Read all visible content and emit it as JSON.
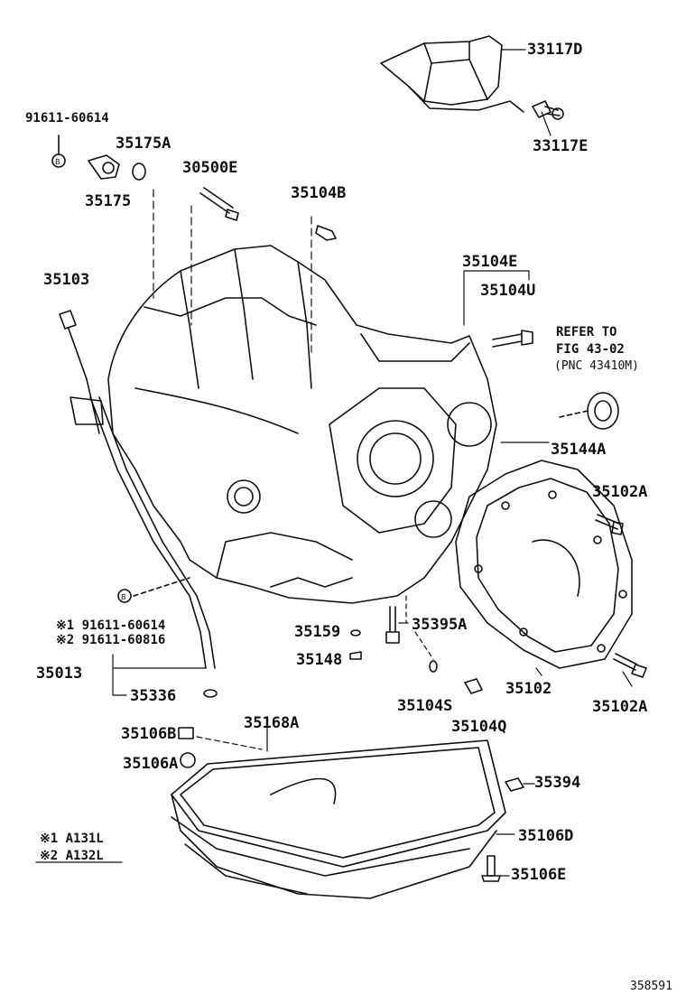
{
  "labels": {
    "p33117D": "33117D",
    "p33117E": "33117E",
    "p91611_60614": "91611-60614",
    "p35175A": "35175A",
    "p35175": "35175",
    "p30500E": "30500E",
    "p35104B": "35104B",
    "p35104E": "35104E",
    "p35104U": "35104U",
    "p35103": "35103",
    "p35144A": "35144A",
    "p35102A_top": "35102A",
    "p35102A_bot": "35102A",
    "p35102": "35102",
    "p35159": "35159",
    "p35148": "35148",
    "p35395A": "35395A",
    "p35104S": "35104S",
    "p35104Q": "35104Q",
    "p35013": "35013",
    "p35336": "35336",
    "p35106B": "35106B",
    "p35106A": "35106A",
    "p35168A": "35168A",
    "p35394": "35394",
    "p35106D": "35106D",
    "p35106E": "35106E",
    "note1": "※1 91611-60614",
    "note2": "※2 91611-60816"
  },
  "refer": {
    "line1": "REFER TO",
    "line2": "FIG 43-02",
    "line3": "(PNC 43410M)"
  },
  "legend": {
    "row1": "※1 A131L",
    "row2": "※2 A132L"
  },
  "figure_id": "358591",
  "colors": {
    "ink": "#111111",
    "paper": "#ffffff"
  }
}
